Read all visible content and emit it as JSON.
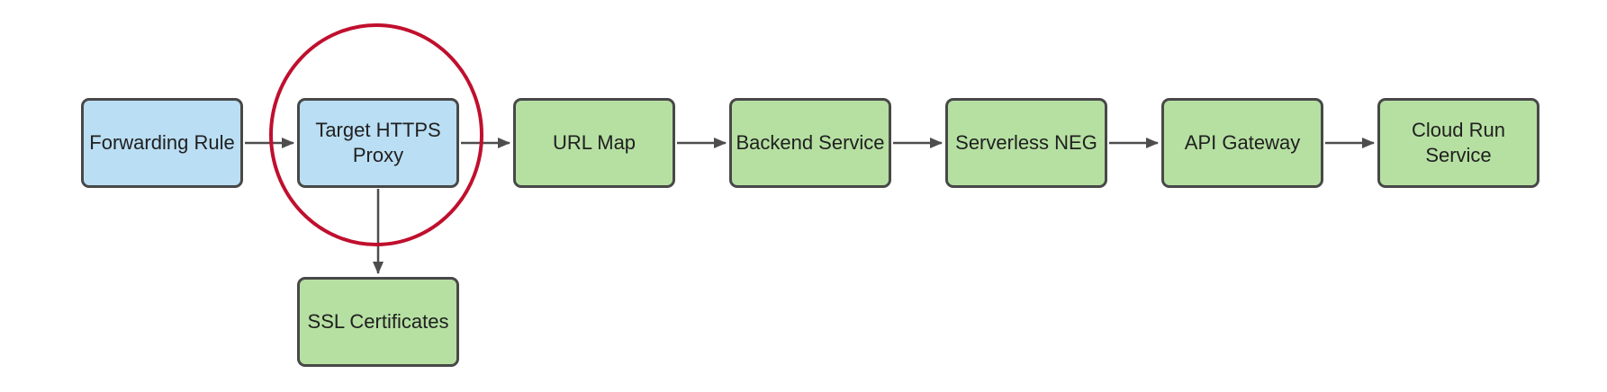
{
  "diagram": {
    "type": "flowchart",
    "nodes": [
      {
        "id": "forwarding-rule",
        "label": "Forwarding Rule",
        "fill": "blue"
      },
      {
        "id": "target-https-proxy",
        "label": "Target HTTPS Proxy",
        "fill": "blue",
        "highlighted": true
      },
      {
        "id": "url-map",
        "label": "URL Map",
        "fill": "green"
      },
      {
        "id": "backend-service",
        "label": "Backend Service",
        "fill": "green"
      },
      {
        "id": "serverless-neg",
        "label": "Serverless NEG",
        "fill": "green"
      },
      {
        "id": "api-gateway",
        "label": "API Gateway",
        "fill": "green"
      },
      {
        "id": "cloud-run-service",
        "label": "Cloud Run Service",
        "fill": "green"
      },
      {
        "id": "ssl-certificates",
        "label": "SSL Certificates",
        "fill": "green"
      }
    ],
    "edges": [
      {
        "from": "forwarding-rule",
        "to": "target-https-proxy",
        "direction": "right"
      },
      {
        "from": "target-https-proxy",
        "to": "url-map",
        "direction": "right"
      },
      {
        "from": "url-map",
        "to": "backend-service",
        "direction": "right"
      },
      {
        "from": "backend-service",
        "to": "serverless-neg",
        "direction": "right"
      },
      {
        "from": "serverless-neg",
        "to": "api-gateway",
        "direction": "right"
      },
      {
        "from": "api-gateway",
        "to": "cloud-run-service",
        "direction": "right"
      },
      {
        "from": "target-https-proxy",
        "to": "ssl-certificates",
        "direction": "down"
      }
    ],
    "annotations": [
      {
        "shape": "ellipse",
        "around": "target-https-proxy",
        "color": "#c00f2e"
      }
    ]
  },
  "colors": {
    "node_blue": "#badef3",
    "node_green": "#b6e0a2",
    "node_border": "#484848",
    "arrow": "#4d4d4d",
    "highlight_red": "#c00f2e",
    "text": "#202020",
    "background": "#ffffff"
  }
}
